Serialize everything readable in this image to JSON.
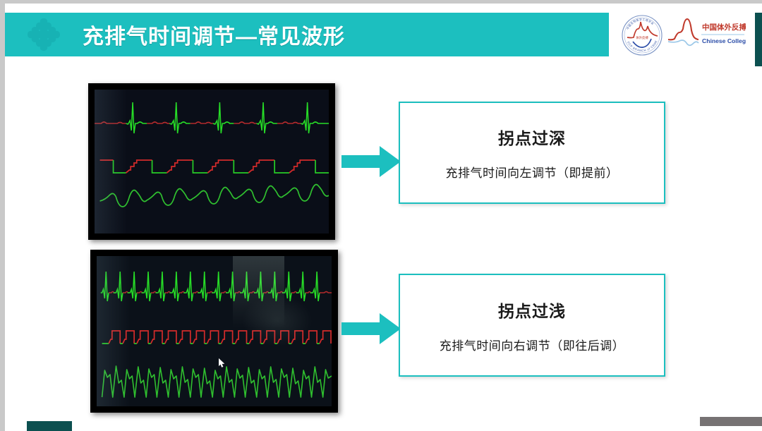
{
  "header": {
    "title": "充排气时间调节—常见波形",
    "bar_color": "#1CBFBF",
    "accent_dark": "#0C5050",
    "ornament_icon": "clover-ornament-icon",
    "logos": [
      {
        "name": "ecp-branch-seal-logo",
        "ring_text_top": "中国生物医学工程学会",
        "ring_text_bottom": "ECP BRANCH of CBME",
        "center_text": "体外反搏"
      },
      {
        "name": "chinese-college-ecp-logo",
        "line1": "中国体外反搏学院",
        "line2": "Chinese College of ECP"
      }
    ]
  },
  "monitors": [
    {
      "name": "monitor-1",
      "caption_ref": "拐点过深",
      "traces": [
        {
          "name": "ecg-trace",
          "color_spike": "#22DD22",
          "color_base": "#C0292B",
          "beats": 6,
          "description": "心电图波形 稀疏 QRS 波"
        },
        {
          "name": "inflation-step-trace",
          "color_high": "#D42B2B",
          "color_low": "#22CC22",
          "cycles": 5,
          "description": "充排气阶梯方波 宽平台"
        },
        {
          "name": "pressure-wave-trace",
          "color": "#2FBF2F",
          "cycles": 6,
          "description": "反搏压力波 圆钝双峰"
        }
      ]
    },
    {
      "name": "monitor-2",
      "caption_ref": "拐点过浅",
      "traces": [
        {
          "name": "ecg-trace",
          "color_spike": "#22DD22",
          "color_base": "#C0292B",
          "beats": 17,
          "description": "心电图波形 密集 QRS 波"
        },
        {
          "name": "inflation-step-trace",
          "color_high": "#D42B2B",
          "color_low": "#22CC22",
          "cycles": 16,
          "description": "充排气方波 窄脉冲"
        },
        {
          "name": "pressure-wave-trace",
          "color": "#2FBF2F",
          "cycles": 17,
          "description": "反搏压力波 尖锐切迹"
        }
      ],
      "cursor_icon": "mouse-pointer-icon"
    }
  ],
  "arrows": [
    {
      "name": "arrow-to-callout-1",
      "icon": "right-arrow-icon",
      "color": "#1CBFBF"
    },
    {
      "name": "arrow-to-callout-2",
      "icon": "right-arrow-icon",
      "color": "#1CBFBF"
    }
  ],
  "callouts": [
    {
      "name": "callout-deep-inflection",
      "title": "拐点过深",
      "subtitle": "充排气时间向左调节（即提前）"
    },
    {
      "name": "callout-shallow-inflection",
      "title": "拐点过浅",
      "subtitle": "充排气时间向右调节（即往后调）"
    }
  ],
  "footer": {
    "left_mark_color": "#0C5050",
    "right_mark_color": "#767273"
  }
}
